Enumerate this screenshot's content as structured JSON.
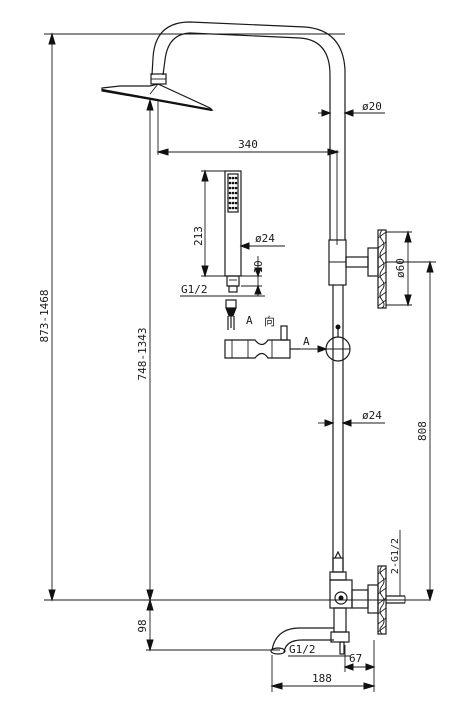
{
  "dimensions": {
    "total_height": "873-1468",
    "riser_height": "748-1343",
    "spout_height": "98",
    "head_offset": "340",
    "pipe_top_dia": "ø20",
    "handheld_length": "213",
    "handheld_dia": "ø24",
    "handheld_gap": "10",
    "hose_thread": "G1/2",
    "wall_bracket_dia": "ø60",
    "slide_dia": "ø24",
    "bracket_spacing": "808",
    "inlet_thread": "2-G1/2",
    "spout_thread": "G1/2",
    "spout_reach": "67",
    "overall_reach": "188"
  },
  "view_label": {
    "letter": "A",
    "direction_char": "向",
    "section_marker": "A"
  }
}
